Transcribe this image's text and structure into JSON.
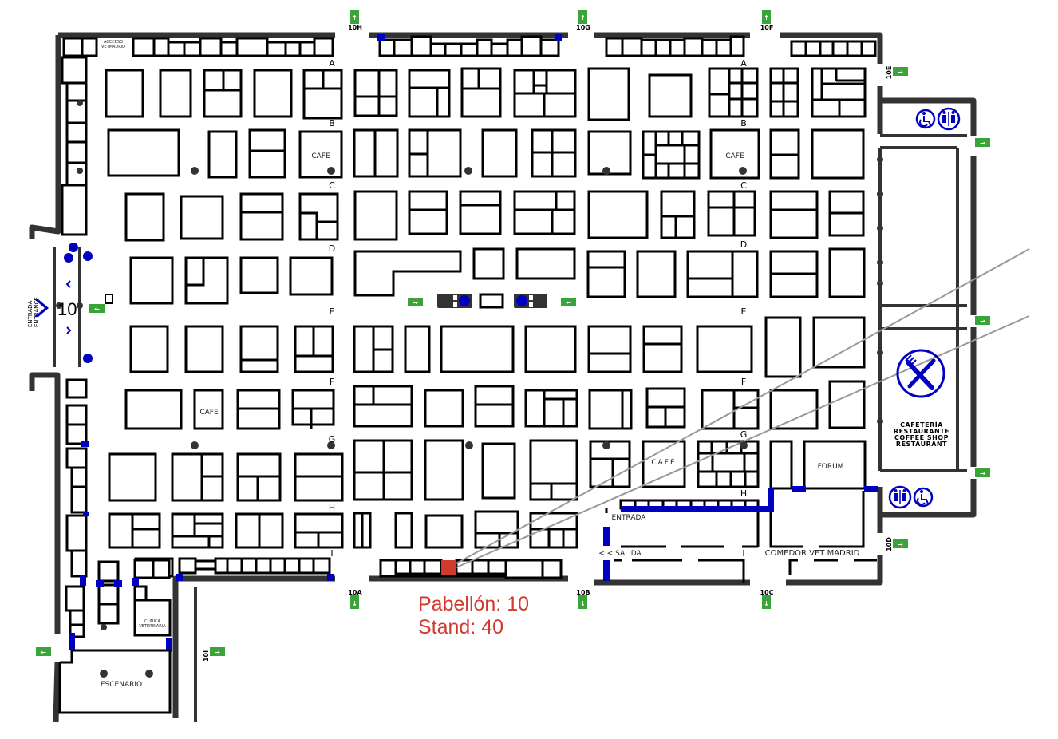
{
  "map": {
    "hall_number": "10",
    "entrance": {
      "line1": "ENTRADA",
      "line2": "ENTRANCE"
    },
    "access_label": {
      "line1": "ACCCESO",
      "line2": "VETMADRID"
    },
    "row_labels": [
      "A",
      "B",
      "C",
      "D",
      "E",
      "F",
      "G",
      "H",
      "I"
    ],
    "exits": {
      "top": [
        "10H",
        "10G",
        "10F"
      ],
      "right": [
        "10E",
        "10D"
      ],
      "bottom": [
        "10A",
        "10B",
        "10C"
      ],
      "left_lower": "10I"
    },
    "areas": {
      "cafe_b1": "CAFE",
      "cafe_b2": "CAFE",
      "cafe_f": "CAFE",
      "cafe_g": "CAFÉ",
      "forum": "FORUM",
      "comedor": "COMEDOR VET MADRID",
      "entrada": "ENTRADA",
      "salida": "< < SALIDA",
      "escenario": "ESCENARIO",
      "clinica": {
        "line1": "CLINICA",
        "line2": "VETERINARIA"
      },
      "cafeteria": [
        "CAFETERÍA",
        "RESTAURANTE",
        "COFFEE SHOP",
        "RESTAURANT"
      ]
    },
    "icons": [
      "wheelchair-icon",
      "restroom-icon",
      "restaurant-icon",
      "info-icon",
      "exit-sign-icon",
      "entrance-arrow-icon"
    ],
    "colors": {
      "wall": "#333333",
      "stand_border": "#000000",
      "door_blue": "#0000c0",
      "highlight": "#d13b2e",
      "exit_green": "#3aa33a",
      "pointer": "#999999"
    }
  },
  "selection": {
    "pavilion_label": "Pabellón: 10",
    "stand_label": "Stand: 40",
    "pavilion": "10",
    "stand": "40"
  }
}
